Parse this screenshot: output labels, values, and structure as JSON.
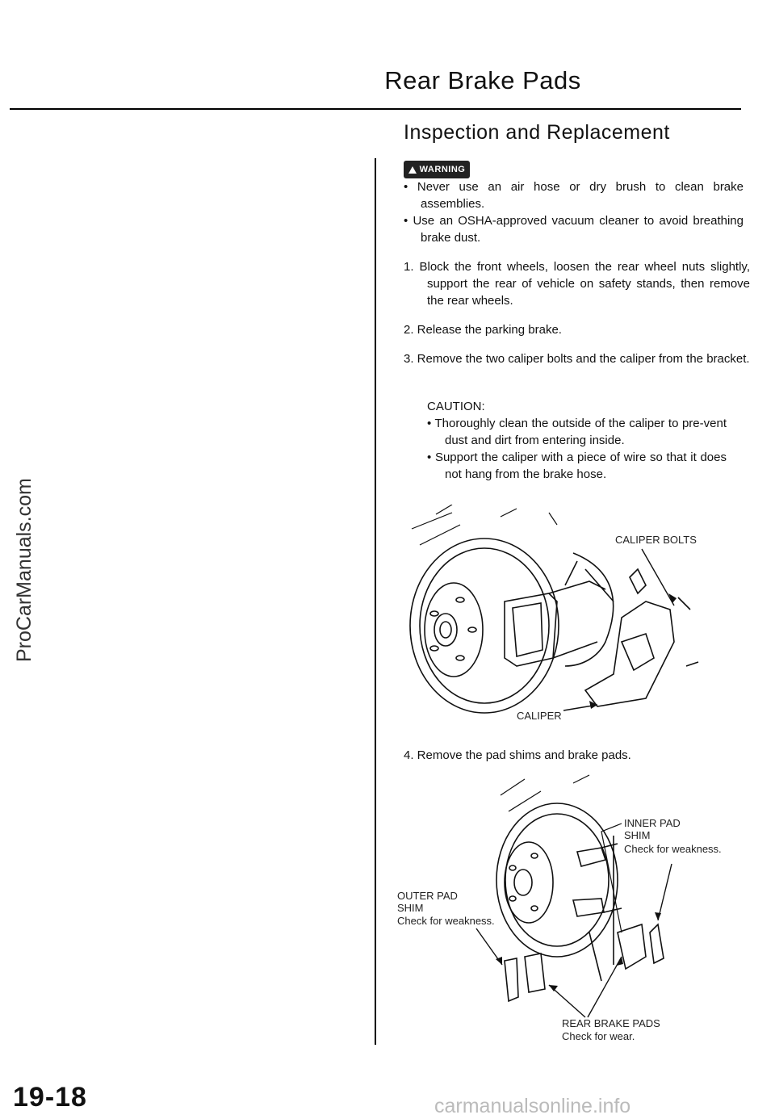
{
  "page": {
    "title": "Rear Brake Pads",
    "subtitle": "Inspection and Replacement",
    "watermark": "ProCarManuals.com",
    "page_number": "19-18",
    "footer": "carmanualsonline.info"
  },
  "warning": {
    "badge": "WARNING",
    "items": [
      "• Never use an air hose or dry brush to clean brake assemblies.",
      "• Use an OSHA-approved vacuum cleaner to avoid breathing brake dust."
    ]
  },
  "steps": {
    "s1": "1. Block the front wheels, loosen the rear wheel nuts slightly, support the rear of vehicle on safety stands, then remove the rear wheels.",
    "s2": "2. Release the parking brake.",
    "s3": "3. Remove the two caliper bolts and the caliper from the bracket.",
    "s4": "4. Remove the pad shims and brake pads."
  },
  "caution": {
    "heading": "CAUTION:",
    "items": [
      "• Thoroughly clean the outside of the caliper to pre-vent dust and dirt from entering inside.",
      "• Support the caliper with a piece of wire so that it does not hang from the brake hose."
    ]
  },
  "figure1": {
    "caliper_bolts": "CALIPER BOLTS",
    "caliper": "CALIPER"
  },
  "figure2": {
    "inner_pad": "INNER PAD",
    "inner_shim": "SHIM",
    "inner_check": "Check for weakness.",
    "outer_pad": "OUTER PAD",
    "outer_shim": "SHIM",
    "outer_check": "Check for weakness.",
    "rear_pads": "REAR BRAKE PADS",
    "rear_check": "Check for wear."
  }
}
